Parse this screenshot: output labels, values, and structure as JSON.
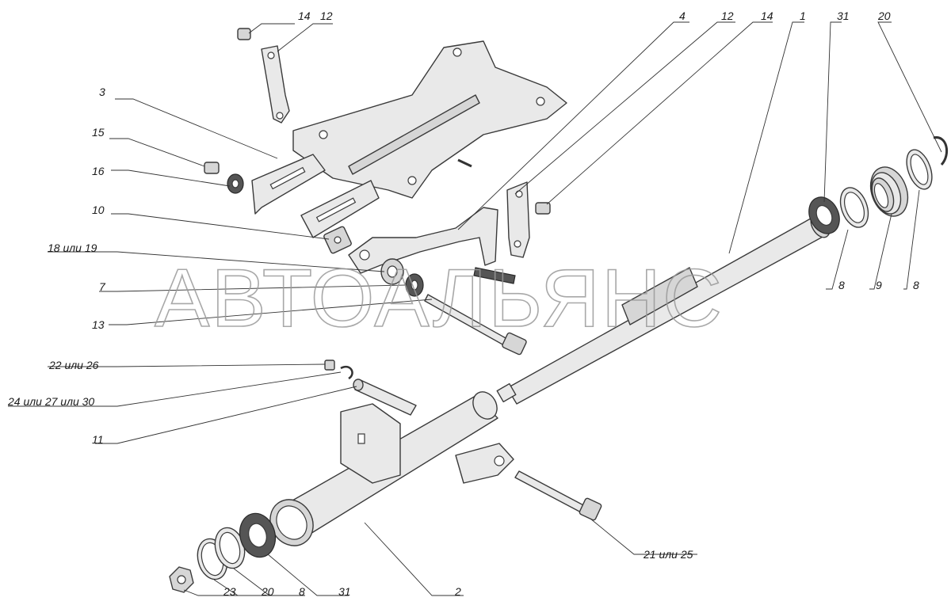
{
  "watermark": "АВТОАЛЬЯНС",
  "labels": {
    "l14a": "14",
    "l12a": "12",
    "l4": "4",
    "l12b": "12",
    "l14b": "14",
    "l1": "1",
    "l31a": "31",
    "l20a": "20",
    "l3": "3",
    "l15": "15",
    "l16": "16",
    "l10": "10",
    "l18": "18 или 19",
    "l7": "7",
    "l13": "13",
    "l22": "22 или 26",
    "l24": "24 или 27 или 30",
    "l11": "11",
    "l8a": "8",
    "l9": "9",
    "l8b": "8",
    "l21": "21 или 25",
    "l23": "23",
    "l20b": "20",
    "l8c": "8",
    "l31b": "31",
    "l2": "2"
  }
}
